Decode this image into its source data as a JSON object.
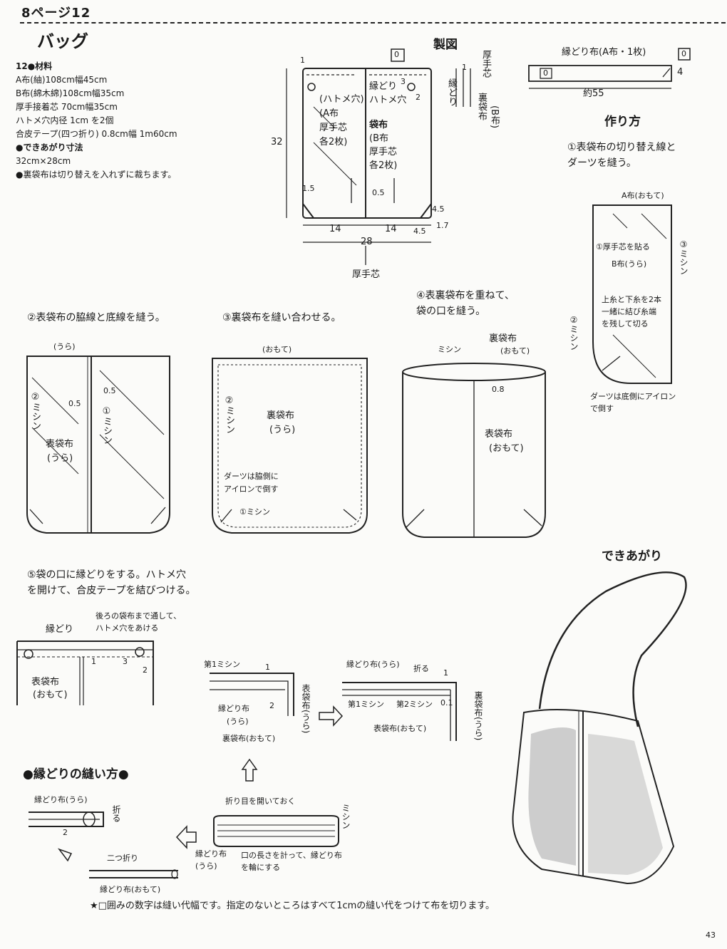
{
  "header": {
    "page_ref": "8ページ12",
    "title": "バッグ"
  },
  "materials": {
    "heading": "12●材料",
    "items": [
      "A布(紬)108cm幅45cm",
      "B布(綿木綿)108cm幅35cm",
      "厚手接着芯 70cm幅35cm",
      "ハトメ穴内径 1cm を2個",
      "合皮テープ(四つ折り) 0.8cm幅 1m60cm"
    ],
    "finished_heading": "●できあがり寸法",
    "finished_size": "32cm×28cm",
    "note": "●裏袋布は切り替えを入れずに裁ちます。"
  },
  "pattern": {
    "title": "製図",
    "dims": {
      "top_one": "1",
      "top_zero": "0",
      "height": "32",
      "three": "3",
      "two": "2",
      "d15": "1.5",
      "d05": "0.5",
      "d45a": "4.5",
      "d45b": "4.5",
      "d17": "1.7",
      "w14a": "14",
      "w14b": "14",
      "w28": "28"
    },
    "left_panel": [
      "(ハトメ穴)",
      "(A布",
      "厚手芯",
      "各2枚)"
    ],
    "right_panel": [
      "縁どり",
      "ハトメ穴",
      "袋布",
      "(B布",
      "厚手芯",
      "各2枚)"
    ],
    "interfacing_bottom": "厚手芯",
    "side_labels": {
      "interfacing": "厚手芯",
      "binding": "縁どり",
      "lining": "裏袋布",
      "b_cloth": "(B布)",
      "one": "1"
    }
  },
  "binding_strip": {
    "label": "縁どり布(A布・1枚)",
    "zero_box": "0",
    "zero_left": "0",
    "four": "4",
    "length": "約55"
  },
  "howto": {
    "title": "作り方",
    "step1_lines": [
      "①表袋布の切り替え線と",
      "ダーツを縫う。"
    ],
    "step1_labels": {
      "a_cloth": "A布(おもて)",
      "interfacing_note": "①厚手芯を貼る",
      "b_cloth": "B布(うら)",
      "stitch3": "③ミシン",
      "thread_note": [
        "上糸と下糸を2本",
        "一緒に結び糸端",
        "を残して切る"
      ],
      "stitch2": "②ミシン",
      "dart_note": [
        "ダーツは底側にアイロン",
        "で倒す"
      ]
    }
  },
  "step2": {
    "caption": "②表袋布の脇線と底線を縫う。",
    "labels": {
      "ura": "(うら)",
      "d05a": "0.5",
      "d05b": "0.5",
      "stitch2": "②ミシン",
      "stitch1": "①ミシン",
      "outer": "表袋布",
      "outer_ura": "(うら)"
    }
  },
  "step3": {
    "caption": "③裏袋布を縫い合わせる。",
    "labels": {
      "omote": "(おもて)",
      "stitch2": "②ミシン",
      "lining": "裏袋布",
      "lining_ura": "(うら)",
      "dart_note": [
        "ダーツは脇側に",
        "アイロンで倒す"
      ],
      "stitch1": "①ミシン"
    }
  },
  "step4": {
    "caption_lines": [
      "④表裏袋布を重ねて、",
      "袋の口を縫う。"
    ],
    "labels": {
      "lining": "裏袋布",
      "lining_omote": "(おもて)",
      "stitch": "ミシン",
      "d08": "0.8",
      "outer": "表袋布",
      "outer_omote": "(おもて)"
    }
  },
  "step5": {
    "caption_lines": [
      "⑤袋の口に縁どりをする。ハトメ穴",
      "を開けて、合皮テープを結びつける。"
    ],
    "labels": {
      "binding": "縁どり",
      "eyelet_note": [
        "後ろの袋布まで通して、",
        "ハトメ穴をあける"
      ],
      "one": "1",
      "three": "3",
      "two": "2",
      "outer": "表袋布",
      "outer_omote": "(おもて)"
    }
  },
  "binding_detail": {
    "stitch1": "第1ミシン",
    "one": "1",
    "two": "2",
    "binding_ura": "縁どり布",
    "binding_ura2": "(うら)",
    "outer_ura": "表袋布(うら)",
    "lining_omote": "裏袋布(おもて)",
    "right": {
      "binding_ura": "縁どり布(うら)",
      "fold": "折る",
      "one": "1",
      "stitch1": "第1ミシン",
      "stitch2": "第2ミシン",
      "d01": "0.1",
      "outer_omote": "表袋布(おもて)",
      "lining_ura": "裏袋布(うら)"
    }
  },
  "how_to_bind": {
    "title": "●縁どりの縫い方●",
    "labels": {
      "binding_ura": "縁どり布(うら)",
      "fold": "折る",
      "two": "2",
      "double_fold": "二つ折り",
      "binding_omote": "縁どり布(おもて)",
      "open_fold": "折り目を開いておく",
      "stitch": "ミシン",
      "binding_ura2": [
        "縁どり布",
        "(うら)"
      ],
      "loop_note": [
        "口の長さを計って、縁どり布",
        "を輪にする"
      ]
    }
  },
  "finished": {
    "title": "できあがり"
  },
  "footnote": "★□囲みの数字は縫い代幅です。指定のないところはすべて1cmの縫い代をつけて布を切ります。",
  "page_number": "43"
}
